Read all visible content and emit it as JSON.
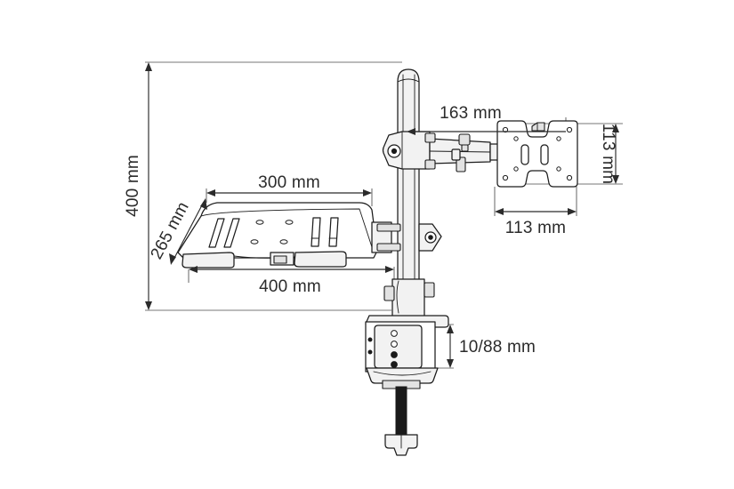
{
  "drawing": {
    "title": "Monitor and laptop tray desk mount dimension drawing",
    "background_color": "#ffffff",
    "line_color": "#1c1c1c",
    "text_color": "#2b2b2b",
    "units": "mm"
  },
  "dimensions": {
    "overall_height": {
      "label": "400 mm",
      "orientation": "vertical",
      "description": "Total pole height from desk surface reference to top of column"
    },
    "tray_depth": {
      "label": "265 mm",
      "orientation": "diagonal",
      "description": "Laptop tray depth measured diagonally"
    },
    "tray_inner_width": {
      "label": "300 mm",
      "orientation": "horizontal",
      "description": "Laptop tray upper platform width"
    },
    "tray_outer_width": {
      "label": "400 mm",
      "orientation": "horizontal",
      "description": "Laptop tray overall width including front stops"
    },
    "arm_reach": {
      "label": "163 mm",
      "orientation": "horizontal",
      "description": "Horizontal reach from pole centre to VESA plate"
    },
    "vesa_height": {
      "label": "113 mm",
      "orientation": "vertical",
      "description": "VESA mounting plate vertical hole spacing"
    },
    "vesa_width": {
      "label": "113 mm",
      "orientation": "horizontal",
      "description": "VESA mounting plate horizontal hole spacing"
    },
    "clamp_range": {
      "label": "10/88 mm",
      "orientation": "vertical",
      "description": "Desk clamp thickness range minimum and maximum"
    }
  },
  "components": {
    "pole": "vertical-column",
    "monitor_arm": "articulating-arm",
    "vesa_plate": "vesa-mounting-plate",
    "laptop_tray": "laptop-tray-platform",
    "desk_clamp": "desk-clamp-assembly",
    "clamp_screw": "clamp-tightening-screw"
  }
}
